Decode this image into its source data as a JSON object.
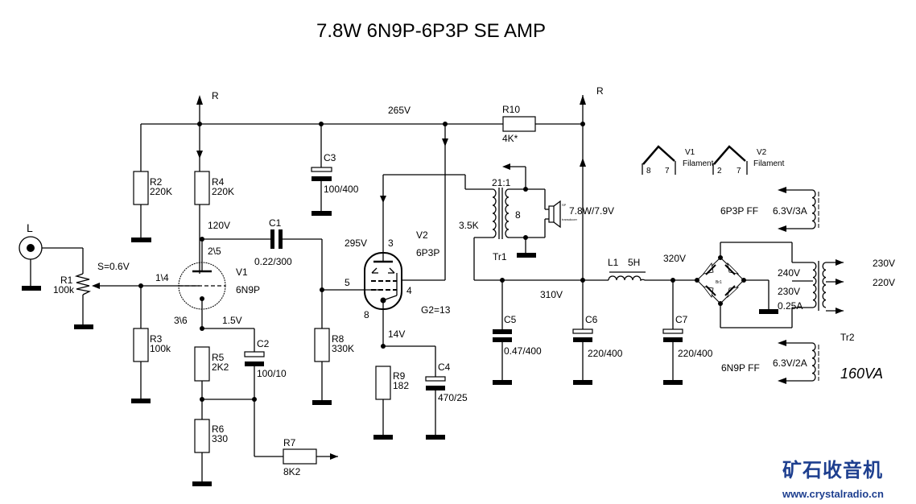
{
  "title": "7.8W  6N9P-6P3P   SE AMP",
  "rails": {
    "r_left": "R",
    "r_right": "R",
    "v265": "265V",
    "v120": "120V",
    "v295": "295V",
    "v310": "310V",
    "v320": "320V",
    "v14": "14V",
    "v15": "1.5V",
    "signal": "S=0.6V"
  },
  "input": {
    "label": "L"
  },
  "resistors": {
    "R1": {
      "name": "R1",
      "value": "100k"
    },
    "R2": {
      "name": "R2",
      "value": "220K"
    },
    "R3": {
      "name": "R3",
      "value": "100k"
    },
    "R4": {
      "name": "R4",
      "value": "220K"
    },
    "R5": {
      "name": "R5",
      "value": "2K2"
    },
    "R6": {
      "name": "R6",
      "value": "330"
    },
    "R7": {
      "name": "R7",
      "value": "8K2"
    },
    "R8": {
      "name": "R8",
      "value": "330K"
    },
    "R9": {
      "name": "R9",
      "value": "182"
    },
    "R10": {
      "name": "R10",
      "value": "4K*"
    }
  },
  "capacitors": {
    "C1": {
      "name": "C1",
      "value": "0.22/300"
    },
    "C2": {
      "name": "C2",
      "value": "100/10"
    },
    "C3": {
      "name": "C3",
      "value": "100/400"
    },
    "C4": {
      "name": "C4",
      "value": "470/25"
    },
    "C5": {
      "name": "C5",
      "value": "0.47/400"
    },
    "C6": {
      "name": "C6",
      "value": "220/400"
    },
    "C7": {
      "name": "C7",
      "value": "220/400"
    }
  },
  "tubes": {
    "V1": {
      "name": "V1",
      "type": "6N9P",
      "pin_anode": "2\\5",
      "pin_grid": "1\\4",
      "pin_cathode": "3\\6"
    },
    "V2": {
      "name": "V2",
      "type": "6P3P",
      "pin_anode": "3",
      "pin_grid": "5",
      "pin_g2": "4",
      "pin_cathode": "8",
      "g2_note": "G2=13"
    }
  },
  "output_transformer": {
    "name": "Tr1",
    "ratio": "21:1",
    "primary": "3.5K",
    "secondary": "8",
    "speaker": "7.8W/7.9V",
    "sp_tag": "SP",
    "sp_sub": "transducer"
  },
  "choke": {
    "name": "L1",
    "value": "5H"
  },
  "rectifier": {
    "name": "Br1"
  },
  "power_transformer": {
    "name": "Tr2",
    "rating": "160VA",
    "primary_taps": [
      "230V",
      "220V"
    ],
    "secondary_top": "240V",
    "secondary_mid": "230V",
    "secondary_current": "0.25A",
    "ff_6p3p": "6P3P FF",
    "ff_6p3p_spec": "6.3V/3A",
    "ff_6n9p": "6N9P FF",
    "ff_6n9p_spec": "6.3V/2A"
  },
  "filaments": {
    "v1": {
      "tube": "V1",
      "label": "Filament",
      "pins": [
        "8",
        "7"
      ]
    },
    "v2": {
      "tube": "V2",
      "label": "Filament",
      "pins": [
        "2",
        "7"
      ]
    }
  },
  "watermark": {
    "brand": "矿石收音机",
    "url": "www.crystalradio.cn"
  }
}
